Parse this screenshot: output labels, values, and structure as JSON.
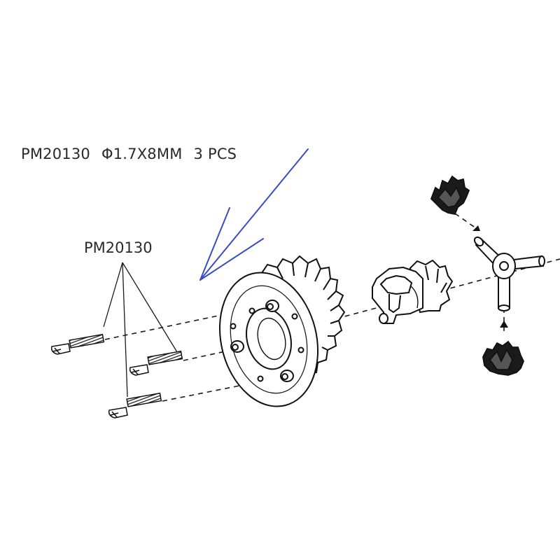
{
  "header": {
    "part_number": "PM20130",
    "spec": "Φ1.7X8MM",
    "quantity": "3 PCS"
  },
  "callout": {
    "part_number": "PM20130"
  },
  "colors": {
    "line": "#1a1a1a",
    "annotation_arrow": "#3b4cc0",
    "background": "#ffffff"
  }
}
